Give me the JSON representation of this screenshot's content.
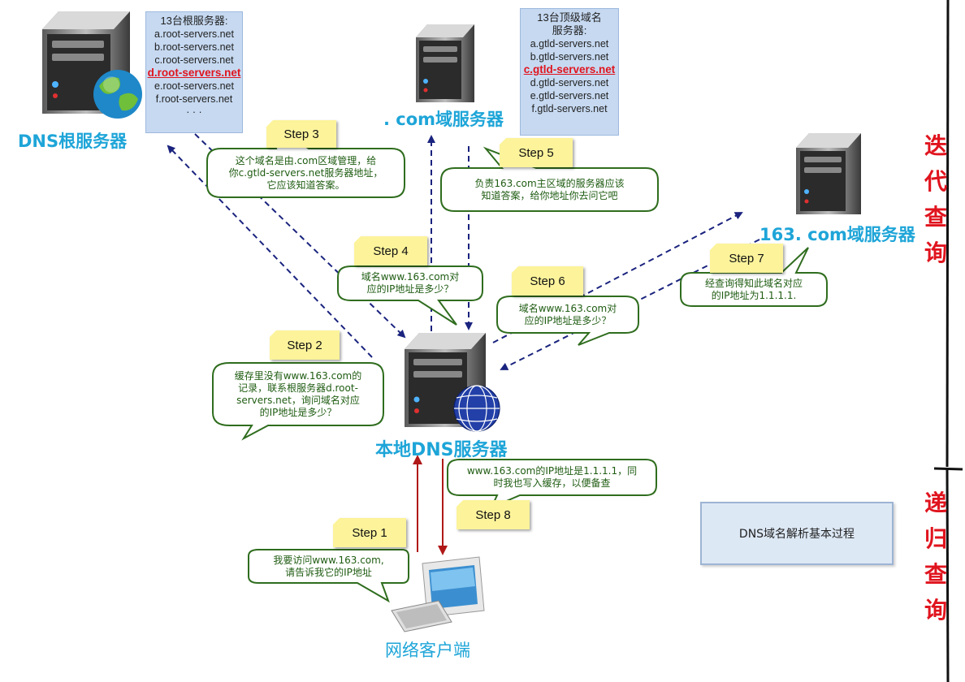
{
  "labels": {
    "root_server": "DNS根服务器",
    "com_server": ". com域服务器",
    "s163_server": "163. com域服务器",
    "local_server": "本地DNS服务器",
    "client": "网络客户端"
  },
  "root_list": {
    "title": "13台根服务器:",
    "items": [
      "a.root-servers.net",
      "b.root-servers.net",
      "c.root-servers.net",
      "d.root-servers.net",
      "e.root-servers.net",
      "f.root-servers.net",
      "· · ·"
    ],
    "highlight_index": 3
  },
  "gtld_list": {
    "title_line1": "13台顶级域名",
    "title_line2": "服务器:",
    "items": [
      "a.gtld-servers.net",
      "b.gtld-servers.net",
      "c.gtld-servers.net",
      "d.gtld-servers.net",
      "e.gtld-servers.net",
      "f.gtld-servers.net"
    ],
    "highlight_index": 2
  },
  "steps": {
    "step1": "Step 1",
    "step2": "Step 2",
    "step3": "Step 3",
    "step4": "Step 4",
    "step5": "Step 5",
    "step6": "Step 6",
    "step7": "Step 7",
    "step8": "Step 8"
  },
  "bubbles": {
    "b1": "我要访问www.163.com,\n请告诉我它的IP地址",
    "b2": "缓存里没有www.163.com的\n记录，联系根服务器d.root-\nservers.net，询问域名对应\n的IP地址是多少？",
    "b3": "这个域名是由.com区域管理，给\n你c.gtld-servers.net服务器地址，\n它应该知道答案。",
    "b4": "域名www.163.com对\n应的IP地址是多少？",
    "b5": "负责163.com主区域的服务器应该\n知道答案，给你地址你去问它吧",
    "b6": "域名www.163.com对\n应的IP地址是多少？",
    "b7": "经查询得知此域名对应\n的IP地址为1.1.1.1.",
    "b8": "www.163.com的IP地址是1.1.1.1，同\n时我也写入缓存，以便备查"
  },
  "side": {
    "iterative": [
      "迭",
      "代",
      "查",
      "询"
    ],
    "recursive": [
      "递",
      "归",
      "查",
      "询"
    ]
  },
  "info_box": "DNS域名解析基本过程",
  "colors": {
    "label_blue": "#1ea5d8",
    "highlight_red": "#e0141e",
    "arrow_blue": "#1a237e",
    "arrow_red": "#b01818",
    "bubble_text": "#1f5c12",
    "sticky": "#fcf39b"
  }
}
